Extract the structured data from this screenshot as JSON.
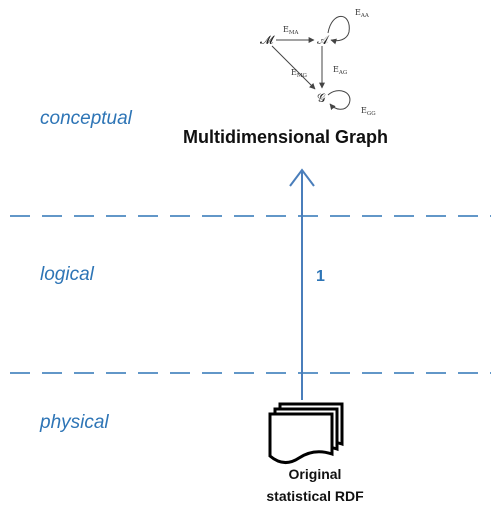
{
  "layers": {
    "conceptual": "conceptual",
    "logical": "logical",
    "physical": "physical"
  },
  "graph": {
    "title": "Multidimensional Graph",
    "nodes": {
      "m": "𝓜",
      "a": "𝒜",
      "g": "𝒢"
    },
    "edges": {
      "ma": {
        "main": "E",
        "sub": "MA"
      },
      "mg": {
        "main": "E",
        "sub": "MG"
      },
      "ag": {
        "main": "E",
        "sub": "AG"
      },
      "aa": {
        "main": "E",
        "sub": "AA"
      },
      "gg": {
        "main": "E",
        "sub": "GG"
      }
    }
  },
  "transformation": {
    "step_label": "1"
  },
  "source": {
    "line1": "Original",
    "line2": "statistical RDF"
  },
  "colors": {
    "accent": "#2e75b6",
    "text": "#111111"
  }
}
